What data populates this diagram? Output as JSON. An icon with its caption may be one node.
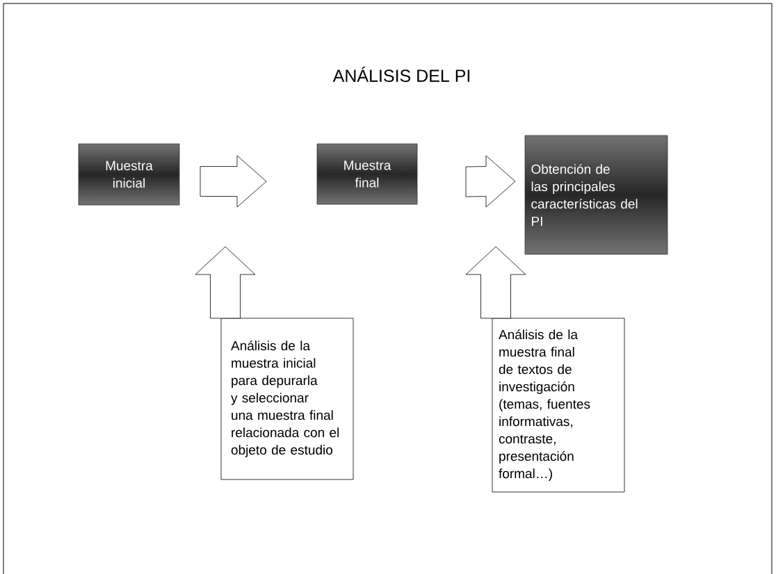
{
  "diagram": {
    "title": "ANÁLISIS DEL PI",
    "nodes": [
      {
        "text": [
          "Muestra inicial"
        ]
      },
      {
        "text": [
          "Muestra final"
        ]
      },
      {
        "text": [
          "Obtención de las principales características del PI"
        ]
      },
      {
        "text": [
          "Análisis de la muestra inicial para depurarla y seleccionar una muestra final relacionada con el objeto de estudio"
        ]
      },
      {
        "text": [
          "Análisis de la muestra final de textos de investigación (temas, fuentes informativas, contraste, presentación formal…)"
        ]
      }
    ],
    "edges": [
      {
        "from": 0,
        "to": 1,
        "arrow": "to"
      },
      {
        "from": 1,
        "to": 2,
        "arrow": "to"
      },
      {
        "from": 3,
        "to": null,
        "arrow": "to"
      },
      {
        "from": 4,
        "to": null,
        "arrow": "to"
      }
    ]
  }
}
